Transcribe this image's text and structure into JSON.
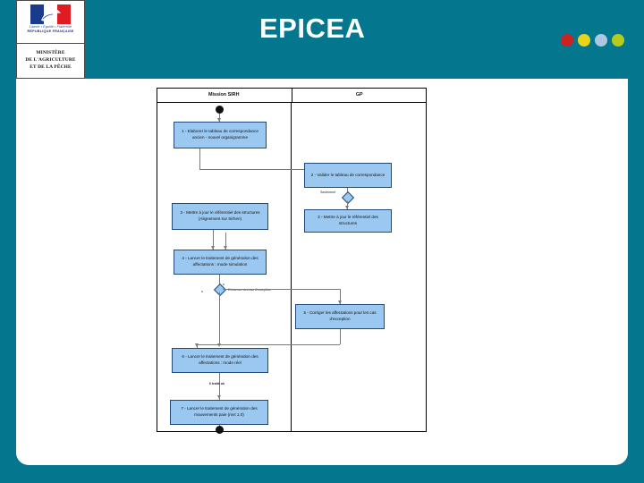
{
  "slide": {
    "background_color": "#04778f",
    "title": "EPICEA",
    "panel_color": "#ffffff"
  },
  "logo": {
    "name": "republique-francaise-logo",
    "devise": "Liberté • Égalité • Fraternité",
    "republique": "RÉPUBLIQUE FRANÇAISE",
    "ministry_line1": "MINISTÈRE",
    "ministry_line2": "DE L'AGRICULTURE",
    "ministry_line3": "ET DE LA PÊCHE",
    "flag_blue": "#1a3b8c",
    "flag_white": "#ffffff",
    "flag_red": "#e01b24"
  },
  "dots": [
    {
      "name": "dot-red",
      "color": "#cc2222"
    },
    {
      "name": "dot-yellow",
      "color": "#e8d51a"
    },
    {
      "name": "dot-blue",
      "color": "#aec6e0"
    },
    {
      "name": "dot-green",
      "color": "#b5cc1a"
    }
  ],
  "diagram": {
    "type": "swimlane-flowchart",
    "lanes": [
      {
        "id": "lane-mission-sirh",
        "label": "Mission SIRH"
      },
      {
        "id": "lane-gp",
        "label": "GP"
      }
    ],
    "nodes": [
      {
        "id": "start",
        "type": "start",
        "lane": "lane-mission-sirh",
        "label": ""
      },
      {
        "id": "step1",
        "type": "process",
        "lane": "lane-mission-sirh",
        "label": "1 - Elaborer le tableau de correspondance ancien - nouvel organigramme"
      },
      {
        "id": "step2",
        "type": "process",
        "lane": "lane-gp",
        "label": "2 - Valider le tableau de correspondance"
      },
      {
        "id": "step3a",
        "type": "process",
        "lane": "lane-mission-sirh",
        "label": "3 - Mettre à jour le référentiel des structures (Alignement sur Sirhen)"
      },
      {
        "id": "step3b",
        "type": "process",
        "lane": "lane-gp",
        "label": "3 - Mettre à jour le référentiel des structures"
      },
      {
        "id": "step4",
        "type": "process",
        "lane": "lane-mission-sirh",
        "label": "4 - Lancer le traitement de génération des affectations : mode simulation"
      },
      {
        "id": "gw1",
        "type": "gateway",
        "lane": "lane-mission-sirh",
        "label": "Existence des cas d'exception"
      },
      {
        "id": "step5",
        "type": "process",
        "lane": "lane-gp",
        "label": "5 - Corriger les affectations pour les cas d'exception"
      },
      {
        "id": "step6",
        "type": "process",
        "lane": "lane-mission-sirh",
        "label": "6 - Lancer le traitement de génération des affectations : mode réel"
      },
      {
        "id": "step7",
        "type": "process",
        "lane": "lane-mission-sirh",
        "label": "7 - Lancer le traitement de génération des mouvements paie (mvt 1.0)"
      },
      {
        "id": "end",
        "type": "end",
        "lane": "lane-mission-sirh",
        "label": ""
      }
    ],
    "edge_labels": [
      {
        "id": "label-seulement",
        "text": "Seulement"
      },
      {
        "id": "label-oui",
        "text": "o"
      },
      {
        "id": "label-non",
        "text": "n"
      },
      {
        "id": "label-gw-question",
        "text": "Existence des cas d'exception"
      },
      {
        "id": "label-traitement-ok",
        "text": "6 traité ok"
      }
    ],
    "colors": {
      "node_fill": "#9ac8f0",
      "node_border": "#22497a",
      "connector": "#7a7a7a",
      "lane_border": "#000000"
    }
  }
}
